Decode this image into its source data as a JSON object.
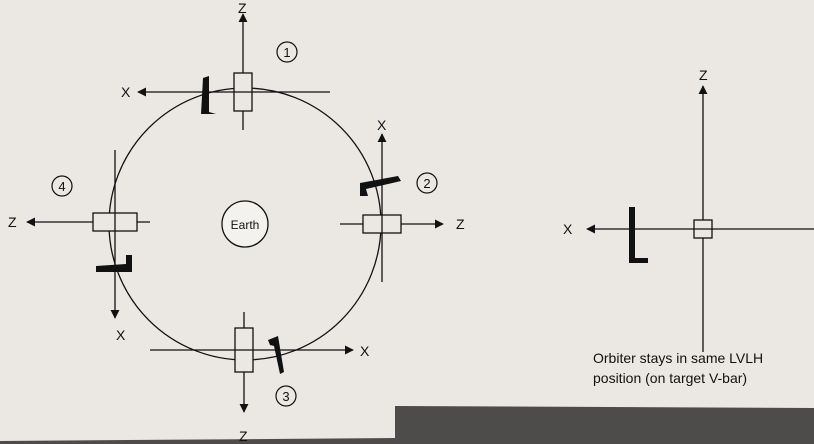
{
  "diagram": {
    "earth_label": "Earth",
    "positions": [
      {
        "number": "1",
        "axis_labels": {
          "horizontal": "X",
          "vertical": "Z"
        }
      },
      {
        "number": "2",
        "axis_labels": {
          "vertical": "X",
          "horizontal": "Z"
        }
      },
      {
        "number": "3",
        "axis_labels": {
          "horizontal": "X",
          "vertical": "Z"
        }
      },
      {
        "number": "4",
        "axis_labels": {
          "horizontal": "Z",
          "vertical": "X"
        }
      }
    ],
    "lvlh_frame": {
      "vertical_label": "Z",
      "horizontal_label": "X"
    },
    "caption_line1": "Orbiter stays in same LVLH",
    "caption_line2": "position (on target V-bar)"
  },
  "colors": {
    "page_background": "#4e4c4a",
    "paper": "#ebe7e3",
    "ink": "#111111"
  }
}
